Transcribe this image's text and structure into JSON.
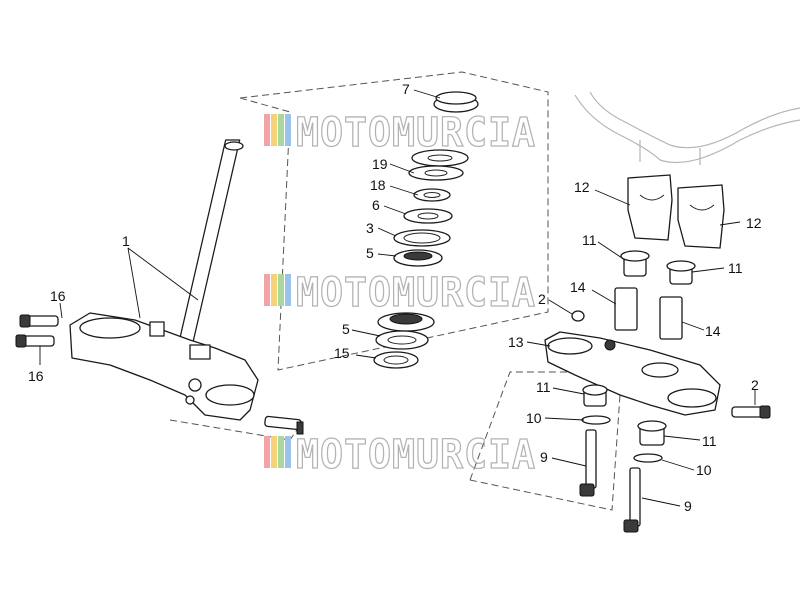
{
  "watermark": {
    "text": "MOTOMURCIA",
    "colors": [
      "#f2a3a3",
      "#f5d27a",
      "#a9d99a",
      "#9bc3ea"
    ]
  },
  "callouts": [
    {
      "text": "1"
    },
    {
      "text": "16"
    },
    {
      "text": "16"
    },
    {
      "text": "7"
    },
    {
      "text": "19"
    },
    {
      "text": "18"
    },
    {
      "text": "6"
    },
    {
      "text": "3"
    },
    {
      "text": "5"
    },
    {
      "text": "2"
    },
    {
      "text": "5"
    },
    {
      "text": "15"
    },
    {
      "text": "12"
    },
    {
      "text": "12"
    },
    {
      "text": "11"
    },
    {
      "text": "11"
    },
    {
      "text": "14"
    },
    {
      "text": "14"
    },
    {
      "text": "13"
    },
    {
      "text": "11"
    },
    {
      "text": "10"
    },
    {
      "text": "9"
    },
    {
      "text": "2"
    },
    {
      "text": "11"
    },
    {
      "text": "10"
    },
    {
      "text": "9"
    }
  ]
}
